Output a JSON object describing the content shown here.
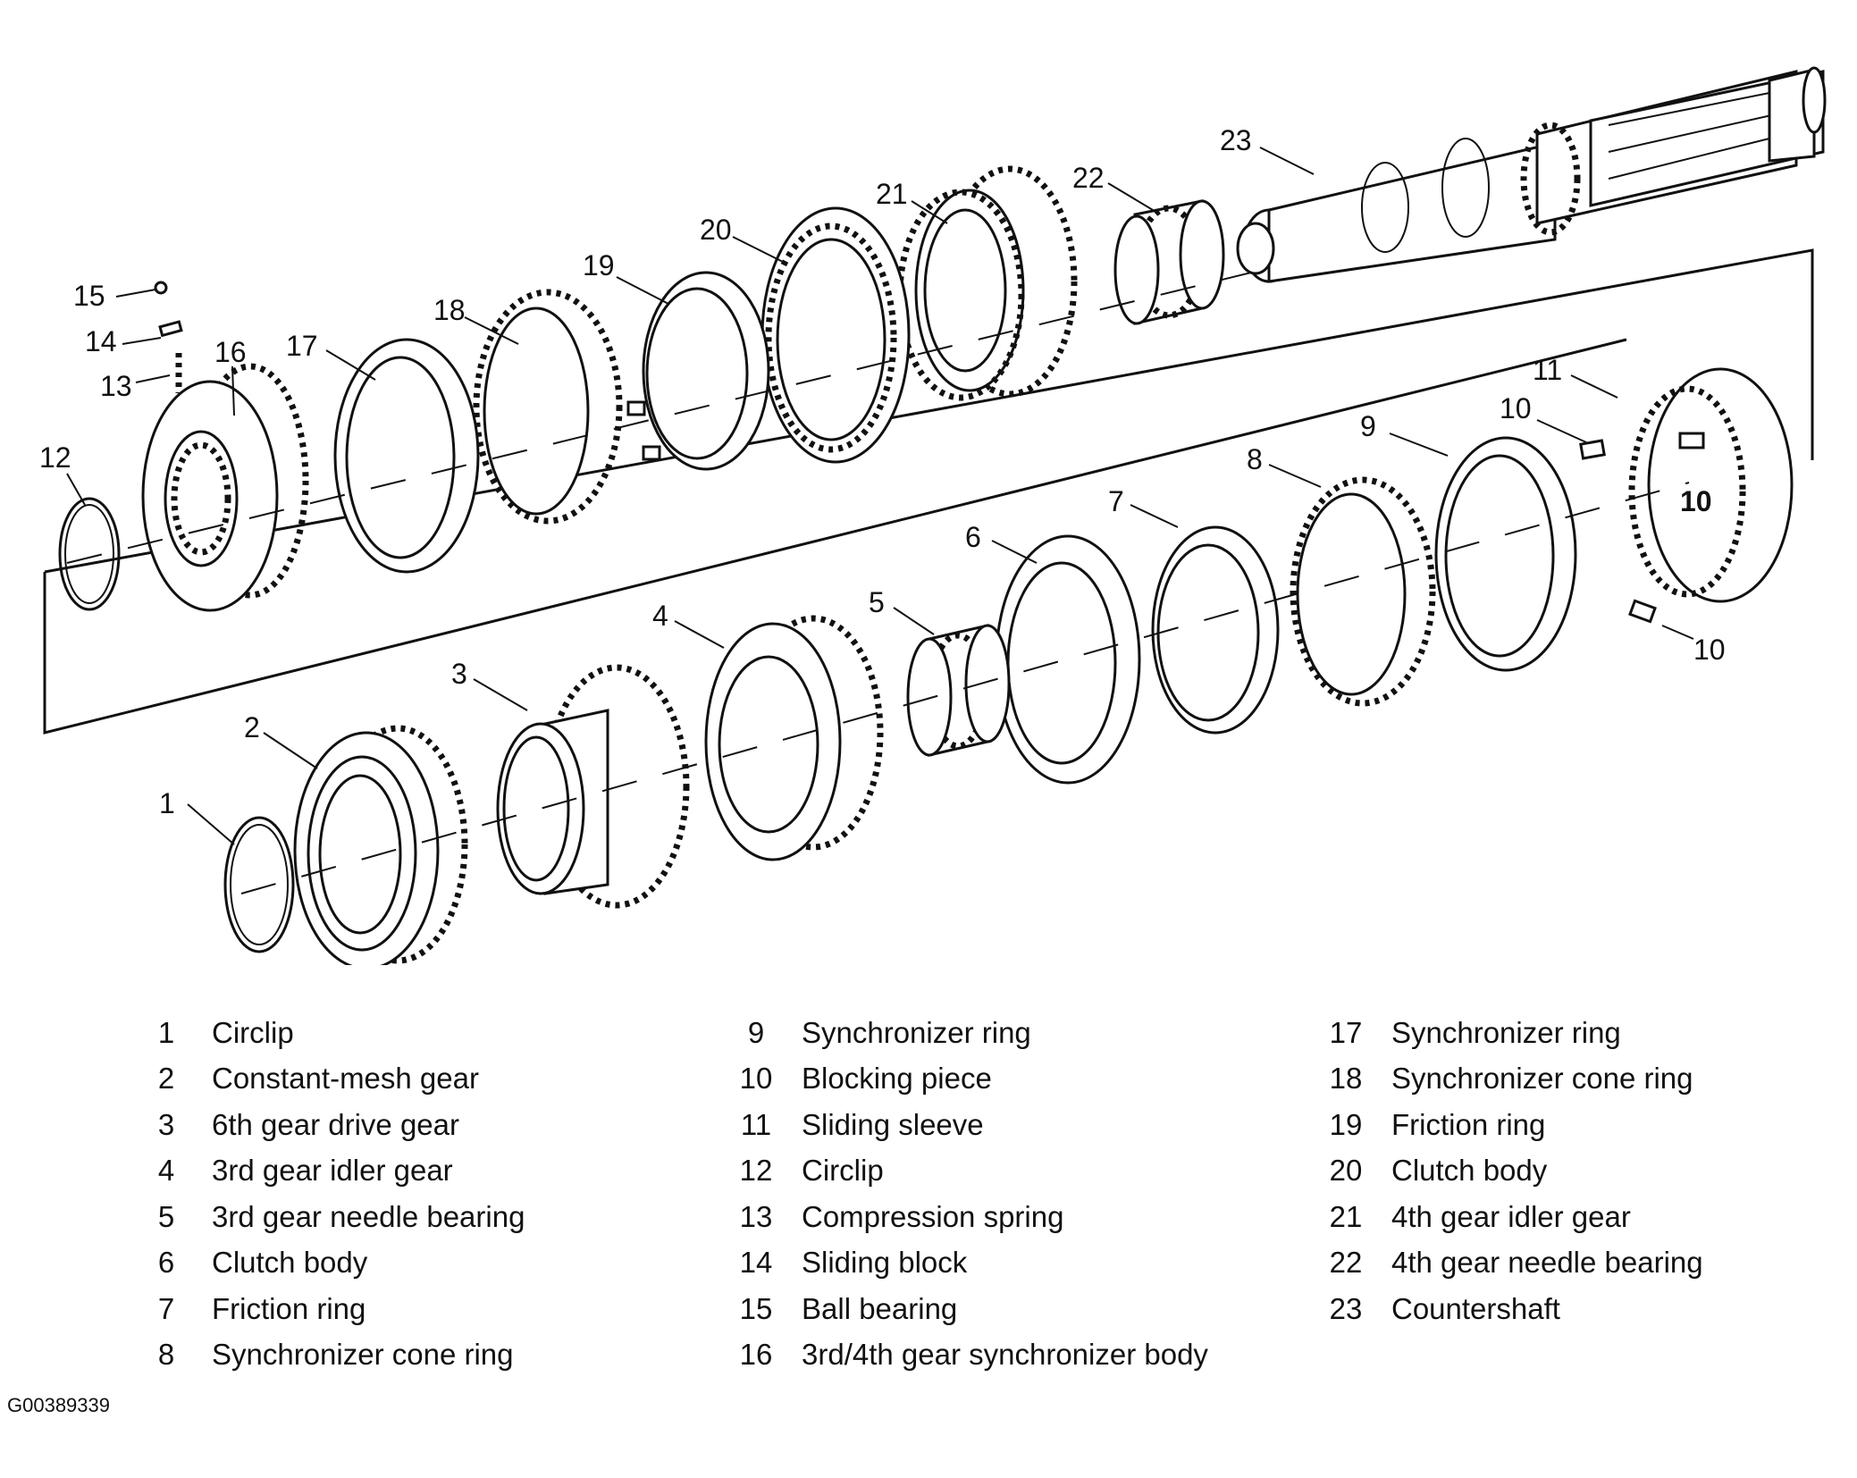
{
  "diagram": {
    "callouts": {
      "c1": "1",
      "c2": "2",
      "c3": "3",
      "c4": "4",
      "c5": "5",
      "c6": "6",
      "c7": "7",
      "c8": "8",
      "c9": "9",
      "c10a": "10",
      "c10b": "10",
      "c10c": "10",
      "c11": "11",
      "c12": "12",
      "c13": "13",
      "c14": "14",
      "c15": "15",
      "c16": "16",
      "c17": "17",
      "c18": "18",
      "c19": "19",
      "c20": "20",
      "c21": "21",
      "c22": "22",
      "c23": "23"
    }
  },
  "legend": [
    {
      "num": "1",
      "label": "Circlip"
    },
    {
      "num": "2",
      "label": "Constant-mesh gear"
    },
    {
      "num": "3",
      "label": "6th gear drive gear"
    },
    {
      "num": "4",
      "label": "3rd gear idler gear"
    },
    {
      "num": "5",
      "label": "3rd gear needle bearing"
    },
    {
      "num": "6",
      "label": "Clutch body"
    },
    {
      "num": "7",
      "label": "Friction ring"
    },
    {
      "num": "8",
      "label": "Synchronizer cone ring"
    },
    {
      "num": "9",
      "label": "Synchronizer ring"
    },
    {
      "num": "10",
      "label": "Blocking piece"
    },
    {
      "num": "11",
      "label": "Sliding sleeve"
    },
    {
      "num": "12",
      "label": "Circlip"
    },
    {
      "num": "13",
      "label": "Compression spring"
    },
    {
      "num": "14",
      "label": "Sliding block"
    },
    {
      "num": "15",
      "label": "Ball bearing"
    },
    {
      "num": "16",
      "label": "3rd/4th gear synchronizer body"
    },
    {
      "num": "17",
      "label": "Synchronizer ring"
    },
    {
      "num": "18",
      "label": "Synchronizer cone ring"
    },
    {
      "num": "19",
      "label": "Friction ring"
    },
    {
      "num": "20",
      "label": "Clutch body"
    },
    {
      "num": "21",
      "label": "4th gear idler gear"
    },
    {
      "num": "22",
      "label": "4th gear needle bearing"
    },
    {
      "num": "23",
      "label": "Countershaft"
    }
  ],
  "figure_code": "G00389339"
}
